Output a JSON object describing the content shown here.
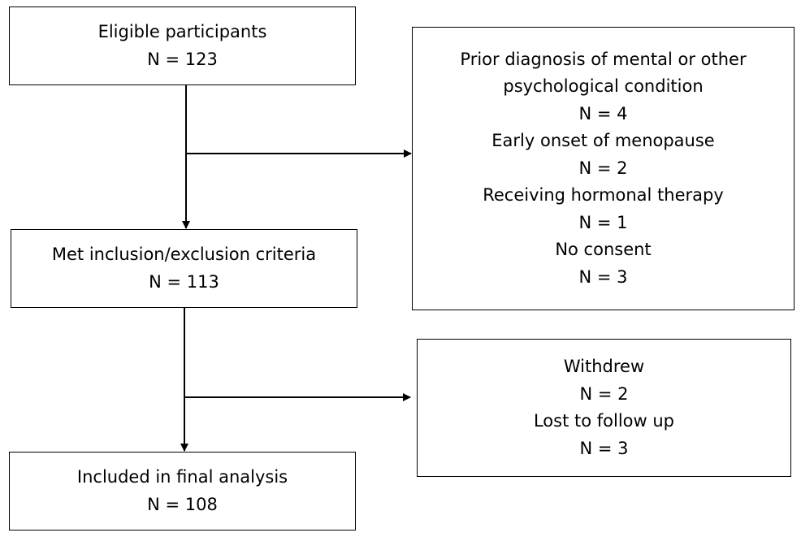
{
  "flowchart": {
    "eligible": {
      "label": "Eligible participants",
      "count": "N = 123"
    },
    "met_criteria": {
      "label": "Met inclusion/exclusion criteria",
      "count": "N = 113"
    },
    "included": {
      "label": "Included in final analysis",
      "count": "N = 108"
    },
    "excluded": {
      "items": [
        {
          "label_line1": "Prior diagnosis of mental or other",
          "label_line2": "psychological condition",
          "count": "N = 4"
        },
        {
          "label": "Early onset of menopause",
          "count": "N = 2"
        },
        {
          "label": "Receiving hormonal therapy",
          "count": "N = 1"
        },
        {
          "label": "No consent",
          "count": "N = 3"
        }
      ]
    },
    "dropped": {
      "items": [
        {
          "label": "Withdrew",
          "count": "N = 2"
        },
        {
          "label": "Lost to follow up",
          "count": "N = 3"
        }
      ]
    }
  },
  "colors": {
    "stroke": "#000000",
    "background": "#ffffff"
  }
}
